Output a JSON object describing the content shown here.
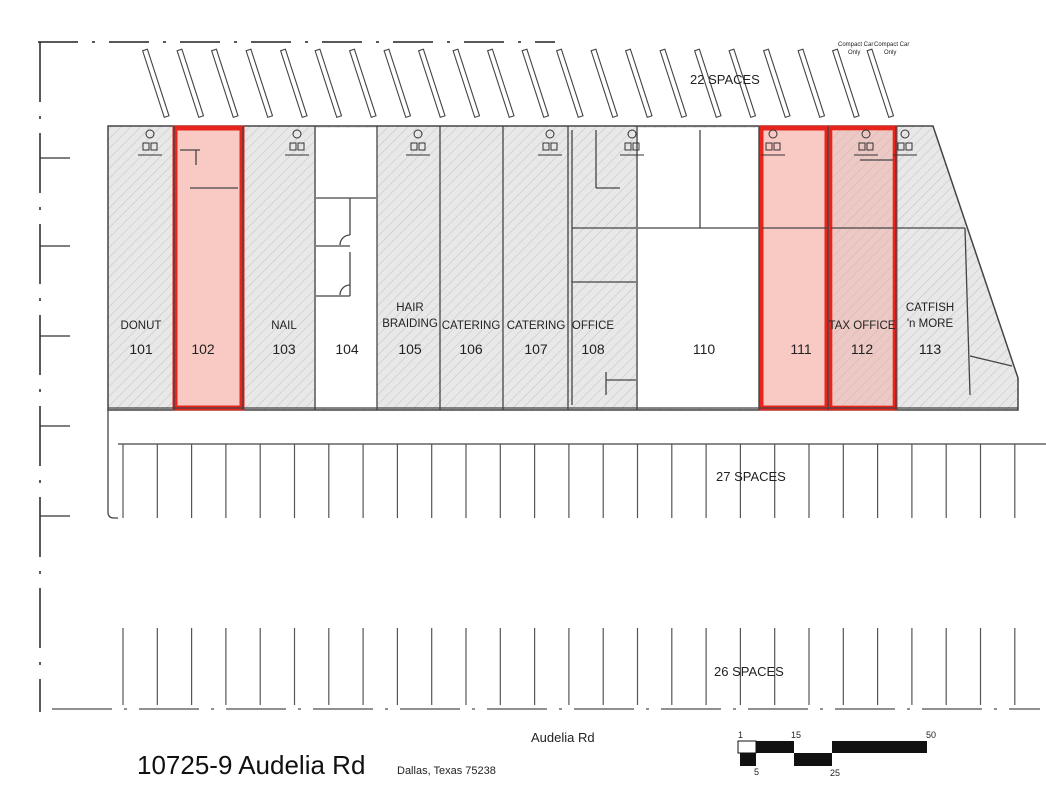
{
  "property": {
    "address": "10725-9 Audelia Rd",
    "city": "Dallas, Texas 75238",
    "street": "Audelia Rd"
  },
  "parking": {
    "rear_spaces": "22 SPACES",
    "front_spaces": "27 SPACES",
    "lower_spaces": "26 SPACES",
    "compact_car_label": "Compact Car",
    "compact_only_label": "Only"
  },
  "units": [
    {
      "number": "101",
      "tenant": "DONUT",
      "highlighted": false
    },
    {
      "number": "102",
      "tenant": "",
      "highlighted": true
    },
    {
      "number": "103",
      "tenant": "NAIL",
      "highlighted": false
    },
    {
      "number": "104",
      "tenant": "",
      "highlighted": false
    },
    {
      "number": "105",
      "tenant": "HAIR",
      "tenant_line2": "BRAIDING",
      "highlighted": false
    },
    {
      "number": "106",
      "tenant": "CATERING",
      "highlighted": false
    },
    {
      "number": "107",
      "tenant": "CATERING",
      "highlighted": false
    },
    {
      "number": "108",
      "tenant": "OFFICE",
      "highlighted": false
    },
    {
      "number": "110",
      "tenant": "",
      "highlighted": false
    },
    {
      "number": "111",
      "tenant": "",
      "highlighted": true
    },
    {
      "number": "112",
      "tenant": "TAX OFFICE",
      "highlighted": true
    },
    {
      "number": "113",
      "tenant": "CATFISH",
      "tenant_line2": "'n MORE",
      "highlighted": false
    }
  ],
  "scale_bar": {
    "labels_top": [
      "1",
      "15",
      "50"
    ],
    "labels_bottom": [
      "5",
      "25"
    ]
  },
  "colors": {
    "highlight_outline": "#e8251c",
    "highlight_fill": "#f9c9c4",
    "occupied_fill": "#e6e6e6",
    "line": "#333333"
  }
}
